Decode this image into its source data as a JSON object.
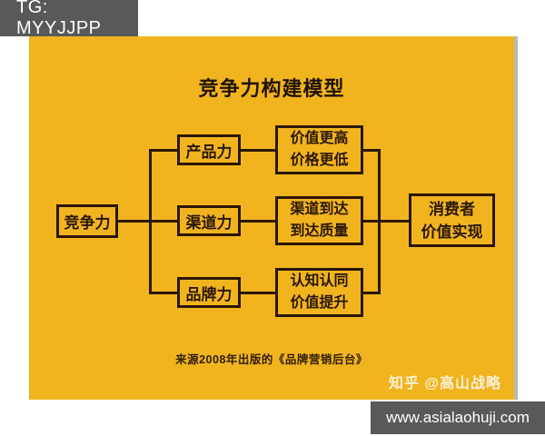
{
  "banners": {
    "top": "TG: MYYJJPP",
    "bottom": "www.asialaohuji.com"
  },
  "diagram": {
    "title": "竞争力构建模型",
    "root": "竞争力",
    "branches": [
      {
        "label": "产品力",
        "outcome_line1": "价值更高",
        "outcome_line2": "价格更低"
      },
      {
        "label": "渠道力",
        "outcome_line1": "渠道到达",
        "outcome_line2": "到达质量"
      },
      {
        "label": "品牌力",
        "outcome_line1": "认知认同",
        "outcome_line2": "价值提升"
      }
    ],
    "result_line1": "消费者",
    "result_line2": "价值实现",
    "caption": "来源2008年出版的《品牌营销后台》",
    "watermark": "知乎 @高山战略"
  },
  "colors": {
    "background": "#FFFFFF",
    "canvas_yellow": "#F1B41F",
    "ink": "#2B1708",
    "banner_gray": "#58595B",
    "banner_text": "#FFFFFF",
    "watermark_text": "#FBF7EA",
    "canvas_edge": "#B9B8AA"
  }
}
